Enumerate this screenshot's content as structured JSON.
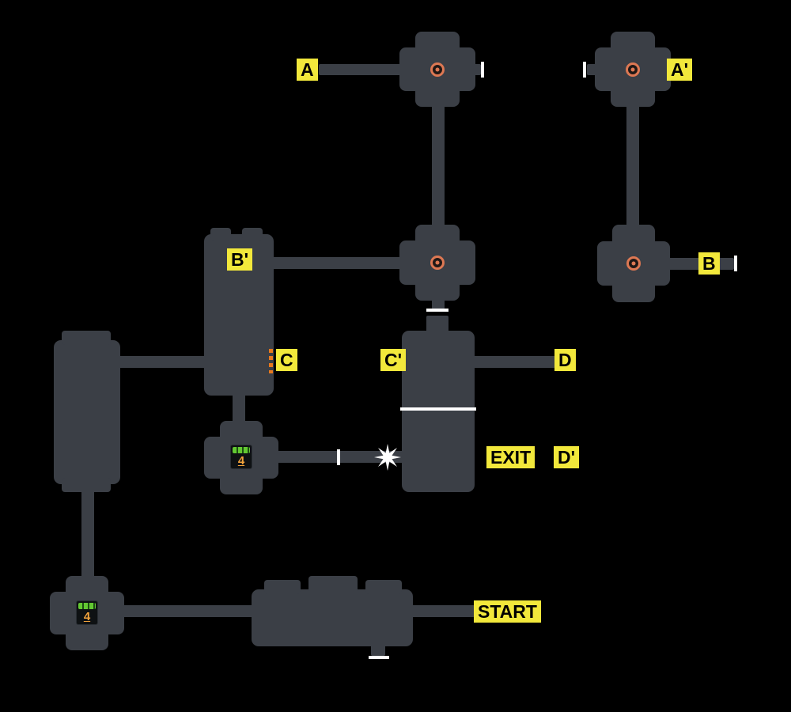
{
  "colors": {
    "background": "#000000",
    "room": "#3b3f46",
    "label_bg": "#f2e83b",
    "label_text": "#000000",
    "door_tick": "#ffffff",
    "target_ring": "#dd7853",
    "item_lid": "#63c832",
    "item_number": "#f2a33c",
    "dashed_door": "#e8791e",
    "starburst": "#ffffff"
  },
  "labels": {
    "a": {
      "text": "A"
    },
    "a_prime": {
      "text": "A'"
    },
    "b_prime": {
      "text": "B'"
    },
    "b": {
      "text": "B"
    },
    "c": {
      "text": "C"
    },
    "c_prime": {
      "text": "C'"
    },
    "d": {
      "text": "D"
    },
    "exit": {
      "text": "EXIT"
    },
    "d_prime": {
      "text": "D'"
    },
    "start": {
      "text": "START"
    }
  },
  "items": {
    "upper_shop": {
      "count": "4"
    },
    "lower_shop": {
      "count": "4"
    }
  },
  "icons": {
    "target": "orange ring marker in hub rooms",
    "starburst": "white 8-point burst on corridor",
    "door_tick": "white dash door marker",
    "dashed_door": "orange dashed locked door at C"
  }
}
